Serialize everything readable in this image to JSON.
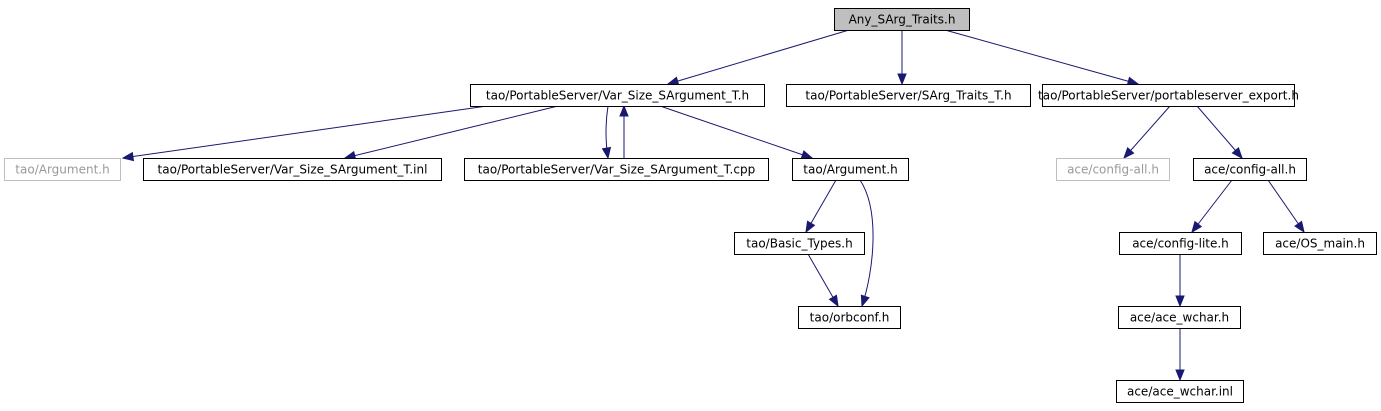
{
  "nodes": [
    {
      "id": "n_root",
      "label": "Any_SArg_Traits.h",
      "kind": "root"
    },
    {
      "id": "n_varsize",
      "label": "tao/PortableServer/Var_Size_SArgument_T.h",
      "kind": "normal"
    },
    {
      "id": "n_sargT",
      "label": "tao/PortableServer/SArg_Traits_T.h",
      "kind": "normal"
    },
    {
      "id": "n_export",
      "label": "tao/PortableServer/portableserver_export.h",
      "kind": "normal"
    },
    {
      "id": "n_arg_ext",
      "label": "tao/Argument.h",
      "kind": "external"
    },
    {
      "id": "n_inl",
      "label": "tao/PortableServer/Var_Size_SArgument_T.inl",
      "kind": "normal"
    },
    {
      "id": "n_cpp",
      "label": "tao/PortableServer/Var_Size_SArgument_T.cpp",
      "kind": "normal"
    },
    {
      "id": "n_arg",
      "label": "tao/Argument.h",
      "kind": "normal"
    },
    {
      "id": "n_cfg_ext",
      "label": "ace/config-all.h",
      "kind": "external"
    },
    {
      "id": "n_cfg",
      "label": "ace/config-all.h",
      "kind": "normal"
    },
    {
      "id": "n_basic",
      "label": "tao/Basic_Types.h",
      "kind": "normal"
    },
    {
      "id": "n_lite",
      "label": "ace/config-lite.h",
      "kind": "normal"
    },
    {
      "id": "n_osmain",
      "label": "ace/OS_main.h",
      "kind": "normal"
    },
    {
      "id": "n_orb",
      "label": "tao/orbconf.h",
      "kind": "normal"
    },
    {
      "id": "n_wchar",
      "label": "ace/ace_wchar.h",
      "kind": "normal"
    },
    {
      "id": "n_wcharinl",
      "label": "ace/ace_wchar.inl",
      "kind": "normal"
    }
  ],
  "edges": [
    {
      "from": "n_root",
      "to": "n_varsize"
    },
    {
      "from": "n_root",
      "to": "n_sargT"
    },
    {
      "from": "n_root",
      "to": "n_export"
    },
    {
      "from": "n_varsize",
      "to": "n_arg_ext"
    },
    {
      "from": "n_varsize",
      "to": "n_inl"
    },
    {
      "from": "n_varsize",
      "to": "n_cpp"
    },
    {
      "from": "n_cpp",
      "to": "n_varsize"
    },
    {
      "from": "n_varsize",
      "to": "n_arg"
    },
    {
      "from": "n_export",
      "to": "n_cfg_ext"
    },
    {
      "from": "n_export",
      "to": "n_cfg"
    },
    {
      "from": "n_arg",
      "to": "n_basic"
    },
    {
      "from": "n_arg",
      "to": "n_orb"
    },
    {
      "from": "n_basic",
      "to": "n_orb"
    },
    {
      "from": "n_cfg",
      "to": "n_lite"
    },
    {
      "from": "n_cfg",
      "to": "n_osmain"
    },
    {
      "from": "n_lite",
      "to": "n_wchar"
    },
    {
      "from": "n_wchar",
      "to": "n_wcharinl"
    }
  ],
  "colors": {
    "edge": "#191970",
    "root_fill": "#bfbfbf",
    "external_border": "#bfbfbf",
    "external_text": "#9a9a9a"
  }
}
